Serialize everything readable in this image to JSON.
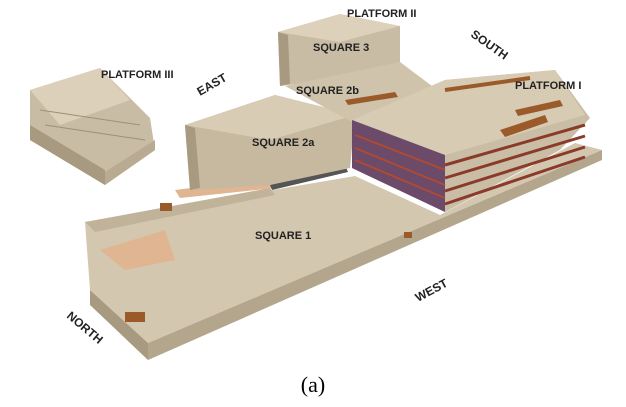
{
  "labels": {
    "platform_ii": "PLATFORM II",
    "square_3": "SQUARE 3",
    "south": "SOUTH",
    "platform_iii": "PLATFORM III",
    "east": "EAST",
    "square_2b": "SQUARE 2b",
    "platform_i": "PLATFORM I",
    "square_2a": "SQUARE 2a",
    "square_1": "SQUARE 1",
    "west": "WEST",
    "north": "NORTH"
  },
  "caption": "(a)",
  "colors": {
    "top": "#d6cab3",
    "side": "#b3a68c",
    "dark": "#968870",
    "brick": "#8b3a2a",
    "sand": "#e0b592",
    "wood": "#9a5a2a"
  }
}
